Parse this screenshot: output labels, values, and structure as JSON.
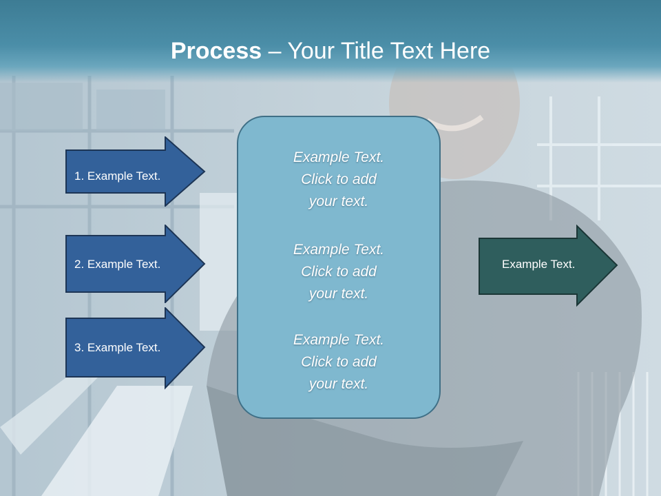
{
  "title": {
    "bold": "Process",
    "rest": " – Your Title Text Here"
  },
  "left_arrows": [
    {
      "label": "1. Example Text."
    },
    {
      "label": "2. Example Text."
    },
    {
      "label": "3. Example Text."
    }
  ],
  "center_blocks": [
    {
      "lines": [
        "Example Text.",
        "Click  to add",
        "your text."
      ]
    },
    {
      "lines": [
        "Example Text.",
        "Click  to add",
        "your text."
      ]
    },
    {
      "lines": [
        "Example Text.",
        "Click  to add",
        "your text."
      ]
    }
  ],
  "right_arrow": {
    "label": "Example Text."
  },
  "colors": {
    "title_band": "#4b8ea8",
    "left_arrow_fill": "#33619a",
    "left_arrow_stroke": "#1d3555",
    "right_arrow_fill": "#2f5e5d",
    "center_box_fill": "#7fb8cf",
    "center_box_border": "#3f6f86"
  }
}
